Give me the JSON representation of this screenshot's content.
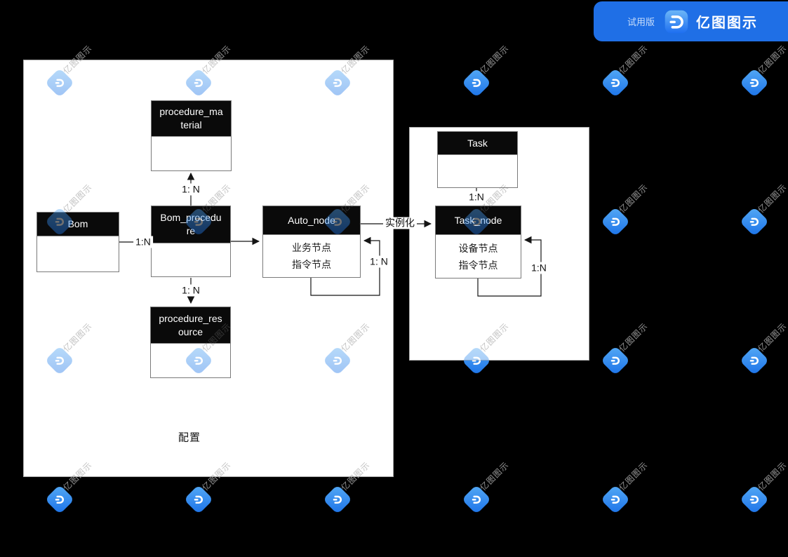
{
  "banner": {
    "trial_label": "试用版",
    "brand": "亿图图示"
  },
  "watermark": {
    "text": "亿图图示"
  },
  "diagram": {
    "region_labels": {
      "config": "配置"
    },
    "entities": [
      {
        "id": "procedure_material",
        "title": "procedure_ma\nterial",
        "body": []
      },
      {
        "id": "bom",
        "title": "Bom",
        "body": []
      },
      {
        "id": "bom_procedure",
        "title": "Bom_procedu\nre",
        "body": []
      },
      {
        "id": "procedure_resource",
        "title": "procedure_res\nource",
        "body": []
      },
      {
        "id": "auto_node",
        "title": "Auto_node",
        "body": [
          "业务节点",
          "指令节点"
        ]
      },
      {
        "id": "task",
        "title": "Task",
        "body": []
      },
      {
        "id": "task_node",
        "title": "Task_node",
        "body": [
          "设备节点",
          "指令节点"
        ]
      }
    ],
    "connector_labels": {
      "bom_procedure_to_material": "1: N",
      "bom_to_bom_procedure": "1:N",
      "bom_procedure_to_resource": "1: N",
      "bom_procedure_to_auto_node": "",
      "auto_node_self_loop": "1: N",
      "instantiate": "实例化",
      "task_to_task_node": "1:N",
      "task_node_self_loop": "1:N"
    },
    "colors": {
      "background": "#000000",
      "panel": "#ffffff",
      "entity_header": "#0a0a0a",
      "entity_border": "#7a7a7a",
      "connector_line": "#151515",
      "banner_blue": "#1f6fe6",
      "logo_blue_top": "#55aaf5",
      "logo_blue_bottom": "#1b72e8"
    }
  }
}
